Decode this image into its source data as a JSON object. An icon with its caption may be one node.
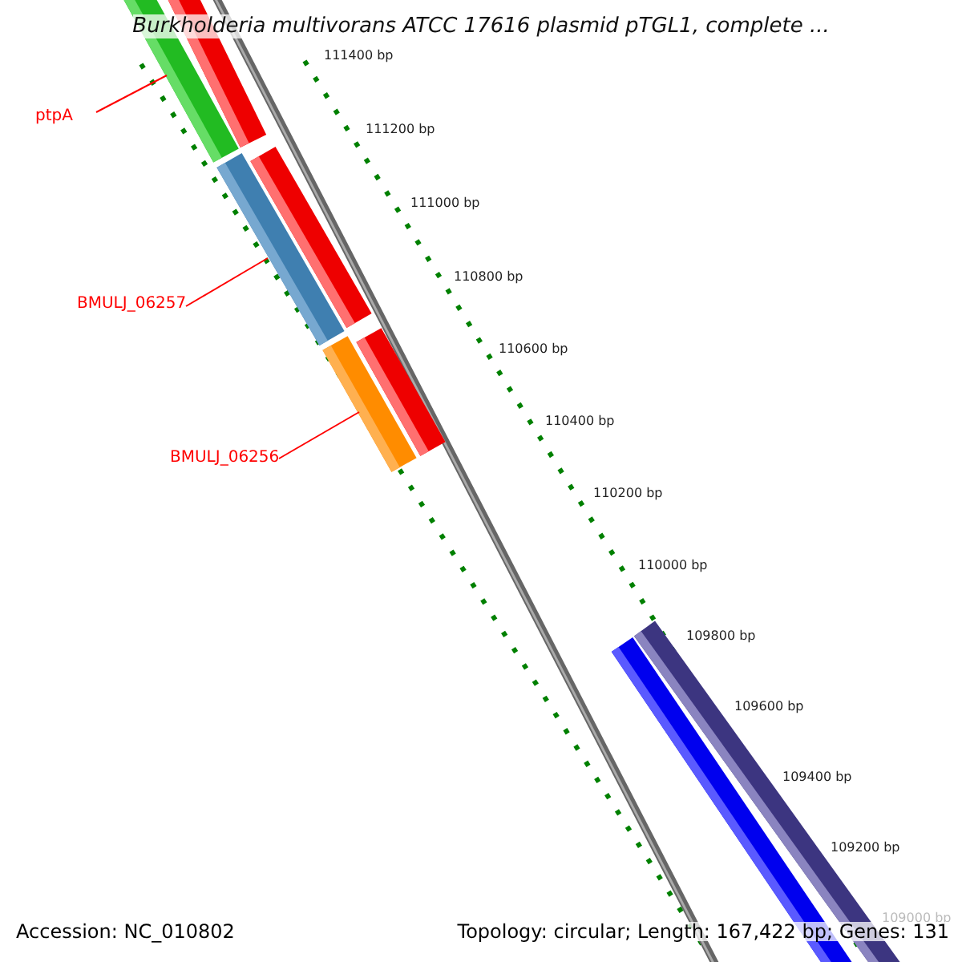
{
  "diagram": {
    "title": "Burkholderia multivorans ATCC 17616 plasmid pTGL1, complete ...",
    "nodes": [
      {
        "text": [
          "ptpA"
        ]
      },
      {
        "text": [],
        "shape": "bar"
      },
      {
        "text": [
          "BMULJ_06257"
        ]
      },
      {
        "text": [],
        "shape": "bar"
      },
      {
        "text": [
          "BMULJ_06256"
        ]
      },
      {
        "text": [],
        "shape": "bar"
      }
    ],
    "edges": [
      {
        "from": 0,
        "to": 1,
        "arrow": "none"
      },
      {
        "from": 2,
        "to": 3,
        "arrow": "none"
      },
      {
        "from": 4,
        "to": 5,
        "arrow": "none"
      }
    ],
    "labels": [
      "111400 bp",
      "111200 bp",
      "111000 bp",
      "110800 bp",
      "110600 bp",
      "110400 bp",
      "110200 bp",
      "110000 bp",
      "109800 bp",
      "109600 bp",
      "109400 bp",
      "109200 bp",
      "109000 bp",
      "Accession: NC_010802",
      "Topology: circular; Length: 167,422 bp; Genes: 131"
    ]
  }
}
